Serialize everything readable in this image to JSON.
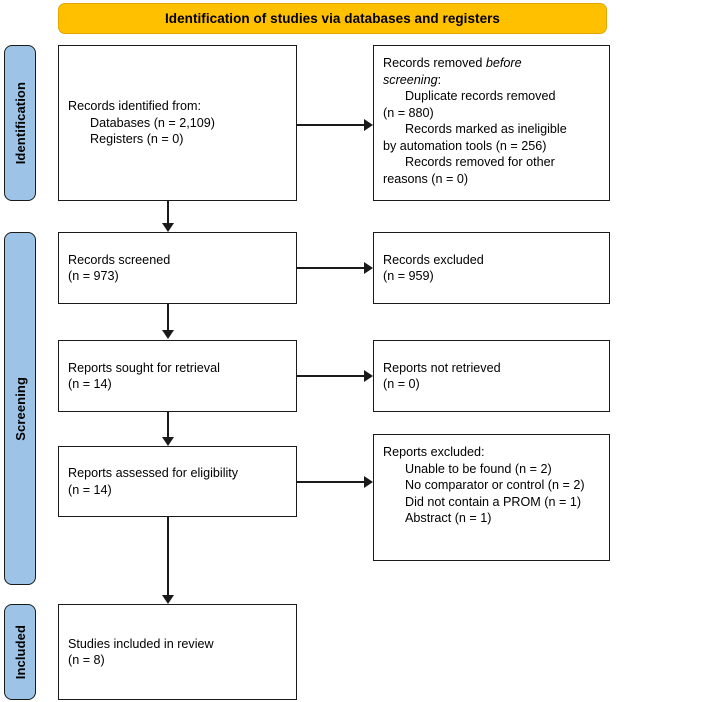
{
  "banner": {
    "title": "Identification of studies via databases and registers",
    "bg_color": "#FFC000"
  },
  "rails": {
    "bg_color": "#9DC3E6",
    "items": [
      {
        "label": "Identification"
      },
      {
        "label": "Screening"
      },
      {
        "label": "Included"
      }
    ]
  },
  "boxes": {
    "identified": {
      "line1": "Records identified from:",
      "line2": "Databases (n = 2,109)",
      "line3": "Registers (n = 0)"
    },
    "removed": {
      "line1a": "Records removed ",
      "line1b": "before",
      "line2a": "screening",
      "line2b": ":",
      "line3": "Duplicate records removed",
      "line4": "(n = 880)",
      "line5": "Records marked as ineligible",
      "line6": "by automation tools (n = 256)",
      "line7": "Records removed for other",
      "line8": "reasons (n = 0)"
    },
    "screened": {
      "line1": "Records screened",
      "line2": "(n = 973)"
    },
    "excluded": {
      "line1": "Records excluded",
      "line2": "(n = 959)"
    },
    "sought": {
      "line1": "Reports sought for retrieval",
      "line2": "(n = 14)"
    },
    "not_retrieved": {
      "line1": "Reports not retrieved",
      "line2": "(n = 0)"
    },
    "assessed": {
      "line1": "Reports assessed for eligibility",
      "line2": "(n = 14)"
    },
    "reports_excluded": {
      "line1": "Reports excluded:",
      "line2": "Unable to be found (n = 2)",
      "line3": "No comparator or control (n = 2)",
      "line4": "Did not contain a PROM (n = 1)",
      "line5": "Abstract (n = 1)"
    },
    "included": {
      "line1": "Studies included in review",
      "line2": "(n = 8)"
    }
  },
  "chart_data": {
    "type": "diagram",
    "title": "Identification of studies via databases and registers",
    "stages": [
      "Identification",
      "Screening",
      "Included"
    ],
    "nodes": [
      {
        "id": "identified",
        "stage": "Identification",
        "label": "Records identified from: Databases (n = 2,109); Registers (n = 0)",
        "counts": {
          "databases": 2109,
          "registers": 0
        }
      },
      {
        "id": "removed",
        "stage": "Identification",
        "label": "Records removed before screening",
        "counts": {
          "duplicate_records_removed": 880,
          "marked_ineligible_by_automation_tools": 256,
          "removed_for_other_reasons": 0
        }
      },
      {
        "id": "screened",
        "stage": "Screening",
        "label": "Records screened",
        "counts": {
          "n": 973
        }
      },
      {
        "id": "excluded",
        "stage": "Screening",
        "label": "Records excluded",
        "counts": {
          "n": 959
        }
      },
      {
        "id": "sought",
        "stage": "Screening",
        "label": "Reports sought for retrieval",
        "counts": {
          "n": 14
        }
      },
      {
        "id": "not_retrieved",
        "stage": "Screening",
        "label": "Reports not retrieved",
        "counts": {
          "n": 0
        }
      },
      {
        "id": "assessed",
        "stage": "Screening",
        "label": "Reports assessed for eligibility",
        "counts": {
          "n": 14
        }
      },
      {
        "id": "reports_excluded",
        "stage": "Screening",
        "label": "Reports excluded",
        "counts": {
          "unable_to_be_found": 2,
          "no_comparator_or_control": 2,
          "did_not_contain_a_PROM": 1,
          "abstract": 1
        }
      },
      {
        "id": "included",
        "stage": "Included",
        "label": "Studies included in review",
        "counts": {
          "n": 8
        }
      }
    ],
    "edges": [
      {
        "from": "identified",
        "to": "removed",
        "direction": "right"
      },
      {
        "from": "identified",
        "to": "screened",
        "direction": "down"
      },
      {
        "from": "screened",
        "to": "excluded",
        "direction": "right"
      },
      {
        "from": "screened",
        "to": "sought",
        "direction": "down"
      },
      {
        "from": "sought",
        "to": "not_retrieved",
        "direction": "right"
      },
      {
        "from": "sought",
        "to": "assessed",
        "direction": "down"
      },
      {
        "from": "assessed",
        "to": "reports_excluded",
        "direction": "right"
      },
      {
        "from": "assessed",
        "to": "included",
        "direction": "down"
      }
    ]
  }
}
